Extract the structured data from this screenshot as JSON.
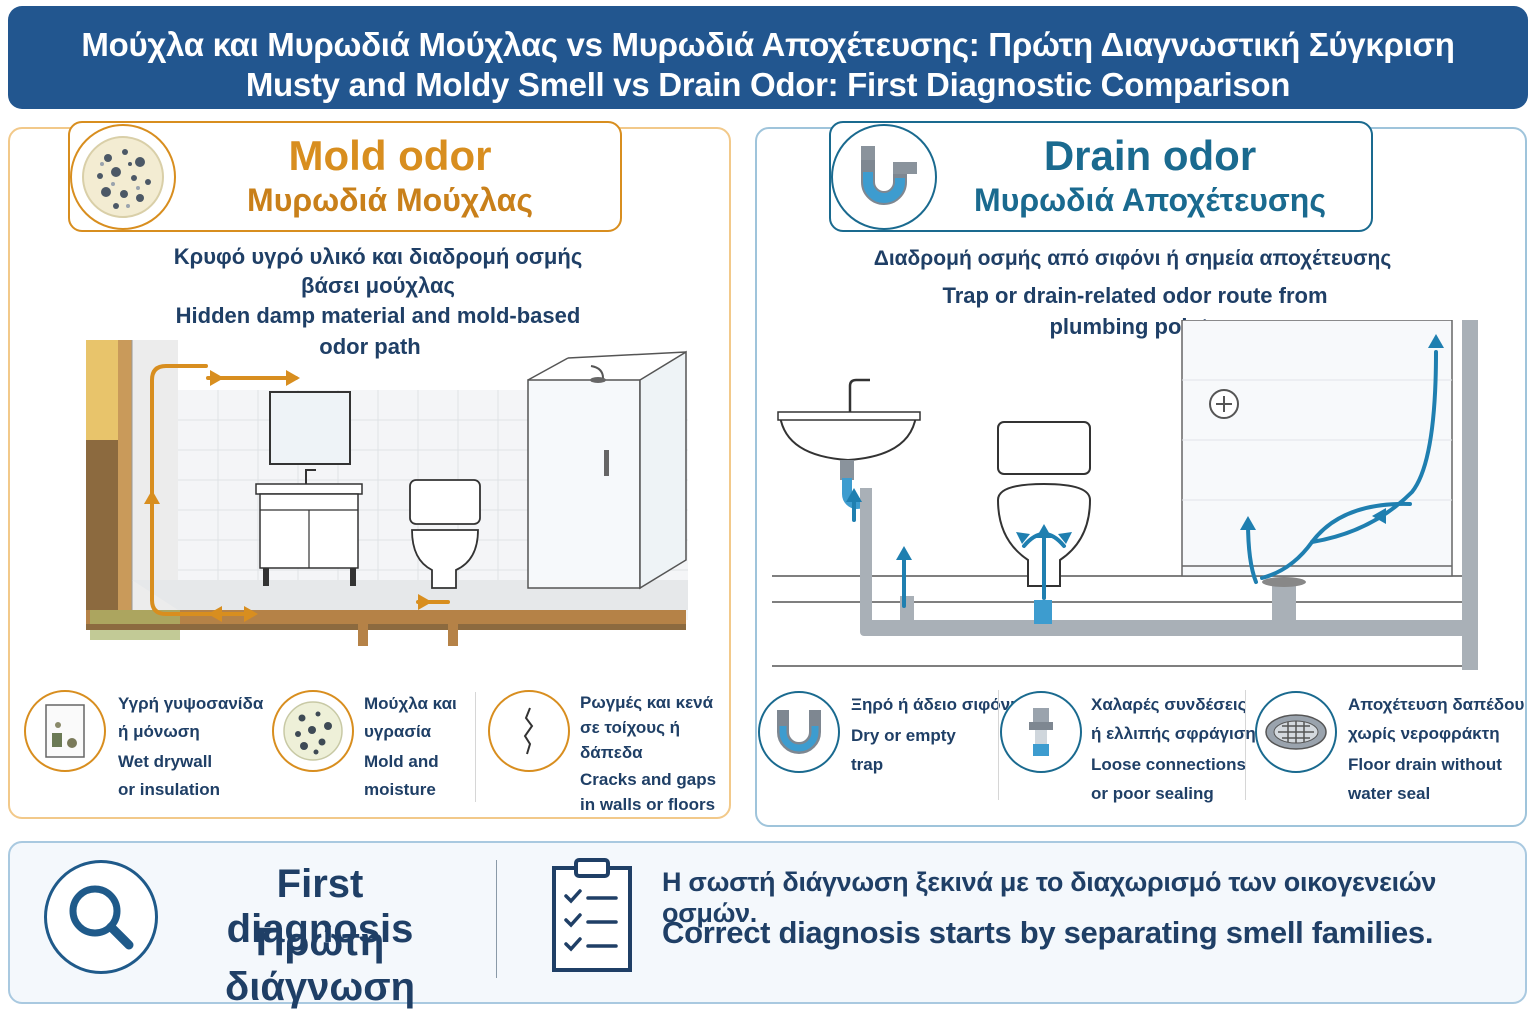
{
  "header": {
    "title_greek": "Μούχλα και Μυρωδιά Μούχλας vs Μυρωδιά Αποχέτευσης: Πρώτη Διαγνωστική Σύγκριση",
    "title_english": "Musty and Moldy Smell vs Drain Odor: First Diagnostic Comparison"
  },
  "mold": {
    "title_en": "Mold odor",
    "title_gr": "Μυρωδιά Μούχλας",
    "subtitle_gr_1": "Κρυφό υγρό υλικό και διαδρομή οσμής",
    "subtitle_gr_2": "βάσει μούχλας",
    "subtitle_en_1": "Hidden damp material and mold-based",
    "subtitle_en_2": "odor path",
    "features": [
      {
        "gr_1": "Υγρή γυψοσανίδα",
        "gr_2": "ή μόνωση",
        "en_1": "Wet drywall",
        "en_2": "or insulation",
        "icon": "wet-drywall-icon"
      },
      {
        "gr_1": "Μούχλα και",
        "gr_2": "υγρασία",
        "en_1": "Mold and",
        "en_2": "moisture",
        "icon": "mold-spots-icon"
      },
      {
        "gr_1": "Ρωγμές και κενά",
        "gr_2": "σε τοίχους ή",
        "gr_3": "δάπεδα",
        "en_1": "Cracks and gaps",
        "en_2": "in walls or floors",
        "icon": "wall-crack-icon"
      }
    ],
    "accent": "#d88e1f"
  },
  "drain": {
    "title_en": "Drain odor",
    "title_gr": "Μυρωδιά Αποχέτευσης",
    "subtitle_gr": "Διαδρομή οσμής από σιφόνι ή σημεία αποχέτευσης",
    "subtitle_en_1": "Trap or drain-related odor route from",
    "subtitle_en_2": "plumbing points",
    "features": [
      {
        "gr_1": "Ξηρό ή άδειο σιφόνι",
        "en_1": "Dry or empty",
        "en_2": "trap",
        "icon": "p-trap-icon"
      },
      {
        "gr_1": "Χαλαρές συνδέσεις",
        "gr_2": "ή ελλιπής σφράγιση",
        "en_1": "Loose connections",
        "en_2": "or poor sealing",
        "icon": "pipe-joint-icon"
      },
      {
        "gr_1": "Αποχέτευση δαπέδου",
        "gr_2": "χωρίς νεροφράκτη",
        "en_1": "Floor drain without",
        "en_2": "water seal",
        "icon": "floor-drain-icon"
      }
    ],
    "accent": "#1a6a8f"
  },
  "footer": {
    "title_en": "First diagnosis",
    "title_gr": "Πρώτη διάγνωση",
    "message_gr": "Η σωστή διάγνωση ξεκινά με το διαχωρισμό των οικογενειών οσμών.",
    "message_en": "Correct diagnosis starts by separating smell families."
  }
}
